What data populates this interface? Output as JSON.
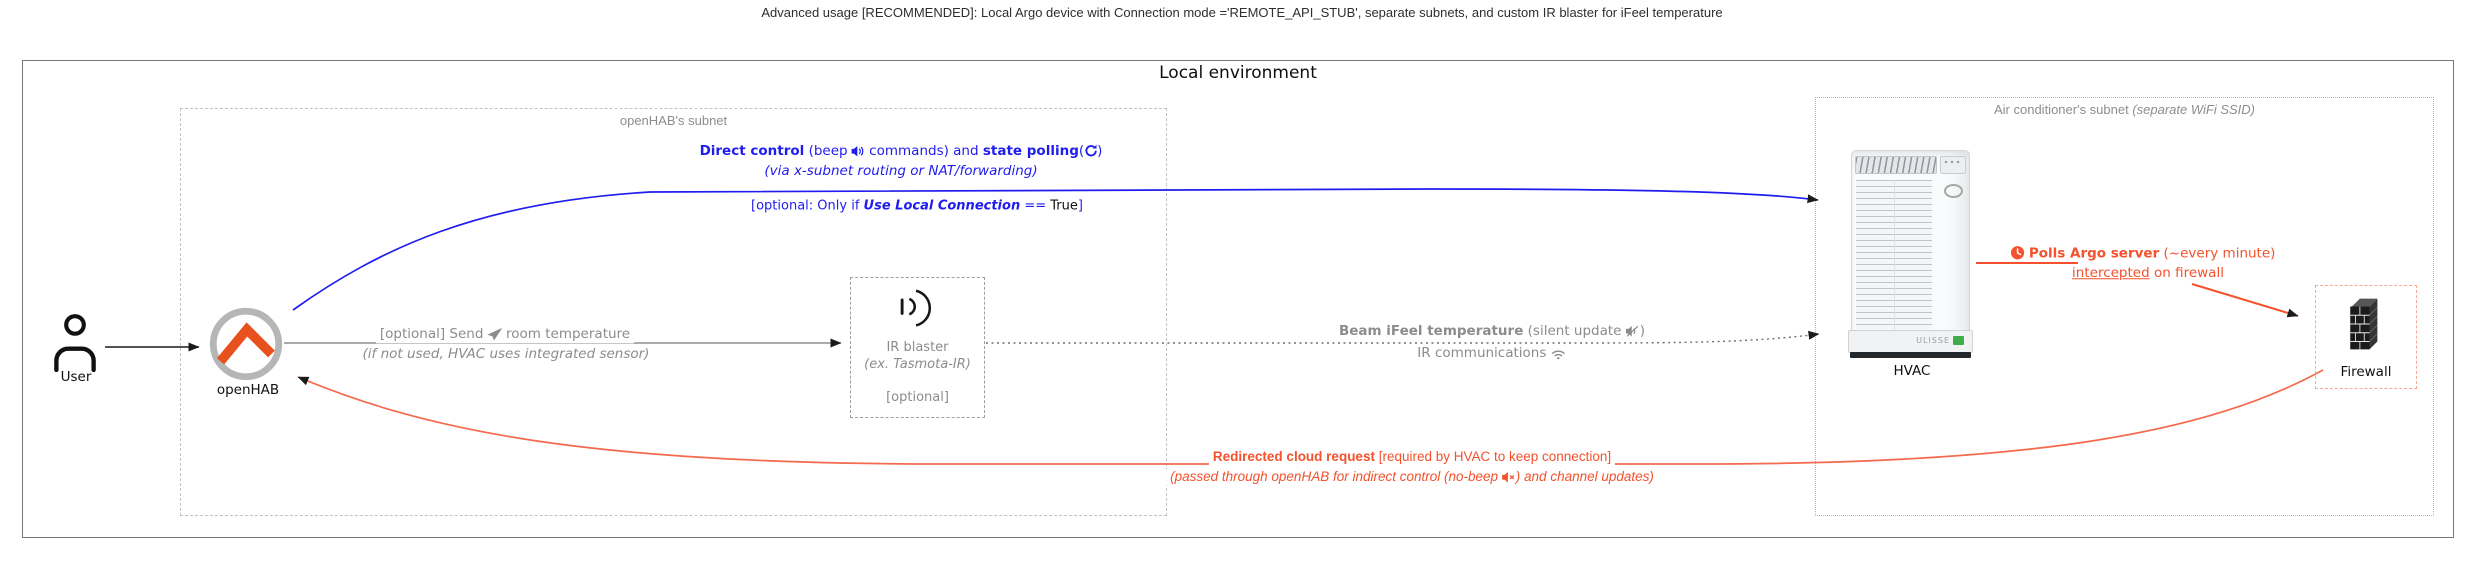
{
  "title": "Advanced usage [RECOMMENDED]: Local Argo device with Connection mode ='REMOTE_API_STUB', separate subnets, and custom IR blaster for iFeel temperature",
  "outer": {
    "label": "Local environment"
  },
  "openhab_subnet": {
    "label": "openHAB's subnet"
  },
  "ac_subnet": {
    "label": "Air conditioner's subnet ",
    "label_em": "(separate WiFi SSID)"
  },
  "user": {
    "label": "User"
  },
  "openhab": {
    "label": "openHAB"
  },
  "direct_control": {
    "b1": "Direct control",
    "t1": " (beep ",
    "t2": " commands) and ",
    "b2": "state polling",
    "t3": "(",
    "t4": ")",
    "sub": "(via x-subnet routing or NAT/forwarding)",
    "opt_pre": "[optional: Only if ",
    "opt_b": "Use Local Connection",
    "opt_eq": " == ",
    "opt_true": "True",
    "opt_close": "]"
  },
  "send_temp": {
    "t1": "[optional] Send ",
    "t2": " room temperature",
    "sub": "(if not used, HVAC uses integrated sensor)"
  },
  "ir_blaster": {
    "title": "IR blaster",
    "subtitle": "(ex. Tasmota-IR)",
    "optional": "[optional]"
  },
  "beam": {
    "b": "Beam iFeel temperature",
    "t1": " (silent update ",
    "t2": ")",
    "sub": "IR communications "
  },
  "hvac": {
    "label": "HVAC",
    "brand": "ULISSE"
  },
  "polls": {
    "b": "Polls Argo server",
    "t1": " (~every minute)",
    "u": "intercepted",
    "t2": " on firewall"
  },
  "firewall": {
    "label": "Firewall"
  },
  "redirect": {
    "b": "Redirected cloud request",
    "t1": " [required by HVAC to keep connection]",
    "sub1": "(passed through openHAB for indirect control (no-beep ",
    "sub2": ") and channel updates)"
  },
  "icons": {
    "speaker": "speaker with sound waves",
    "speaker_slash": "muted speaker (slash)",
    "speaker_x": "muted speaker (x)",
    "refresh": "circular refresh arrows",
    "send": "paper plane",
    "clock": "clock face",
    "wifi": "wifi signal",
    "person": "user silhouette",
    "ir_blaster": "IR emitter with waves",
    "firewall": "brick wall"
  },
  "colors": {
    "blue": "#1f1cf0",
    "red": "#f4512c",
    "gray": "#8c8c8c",
    "openhab_orange": "#e8501e",
    "firewall_border": "#f8a695"
  }
}
